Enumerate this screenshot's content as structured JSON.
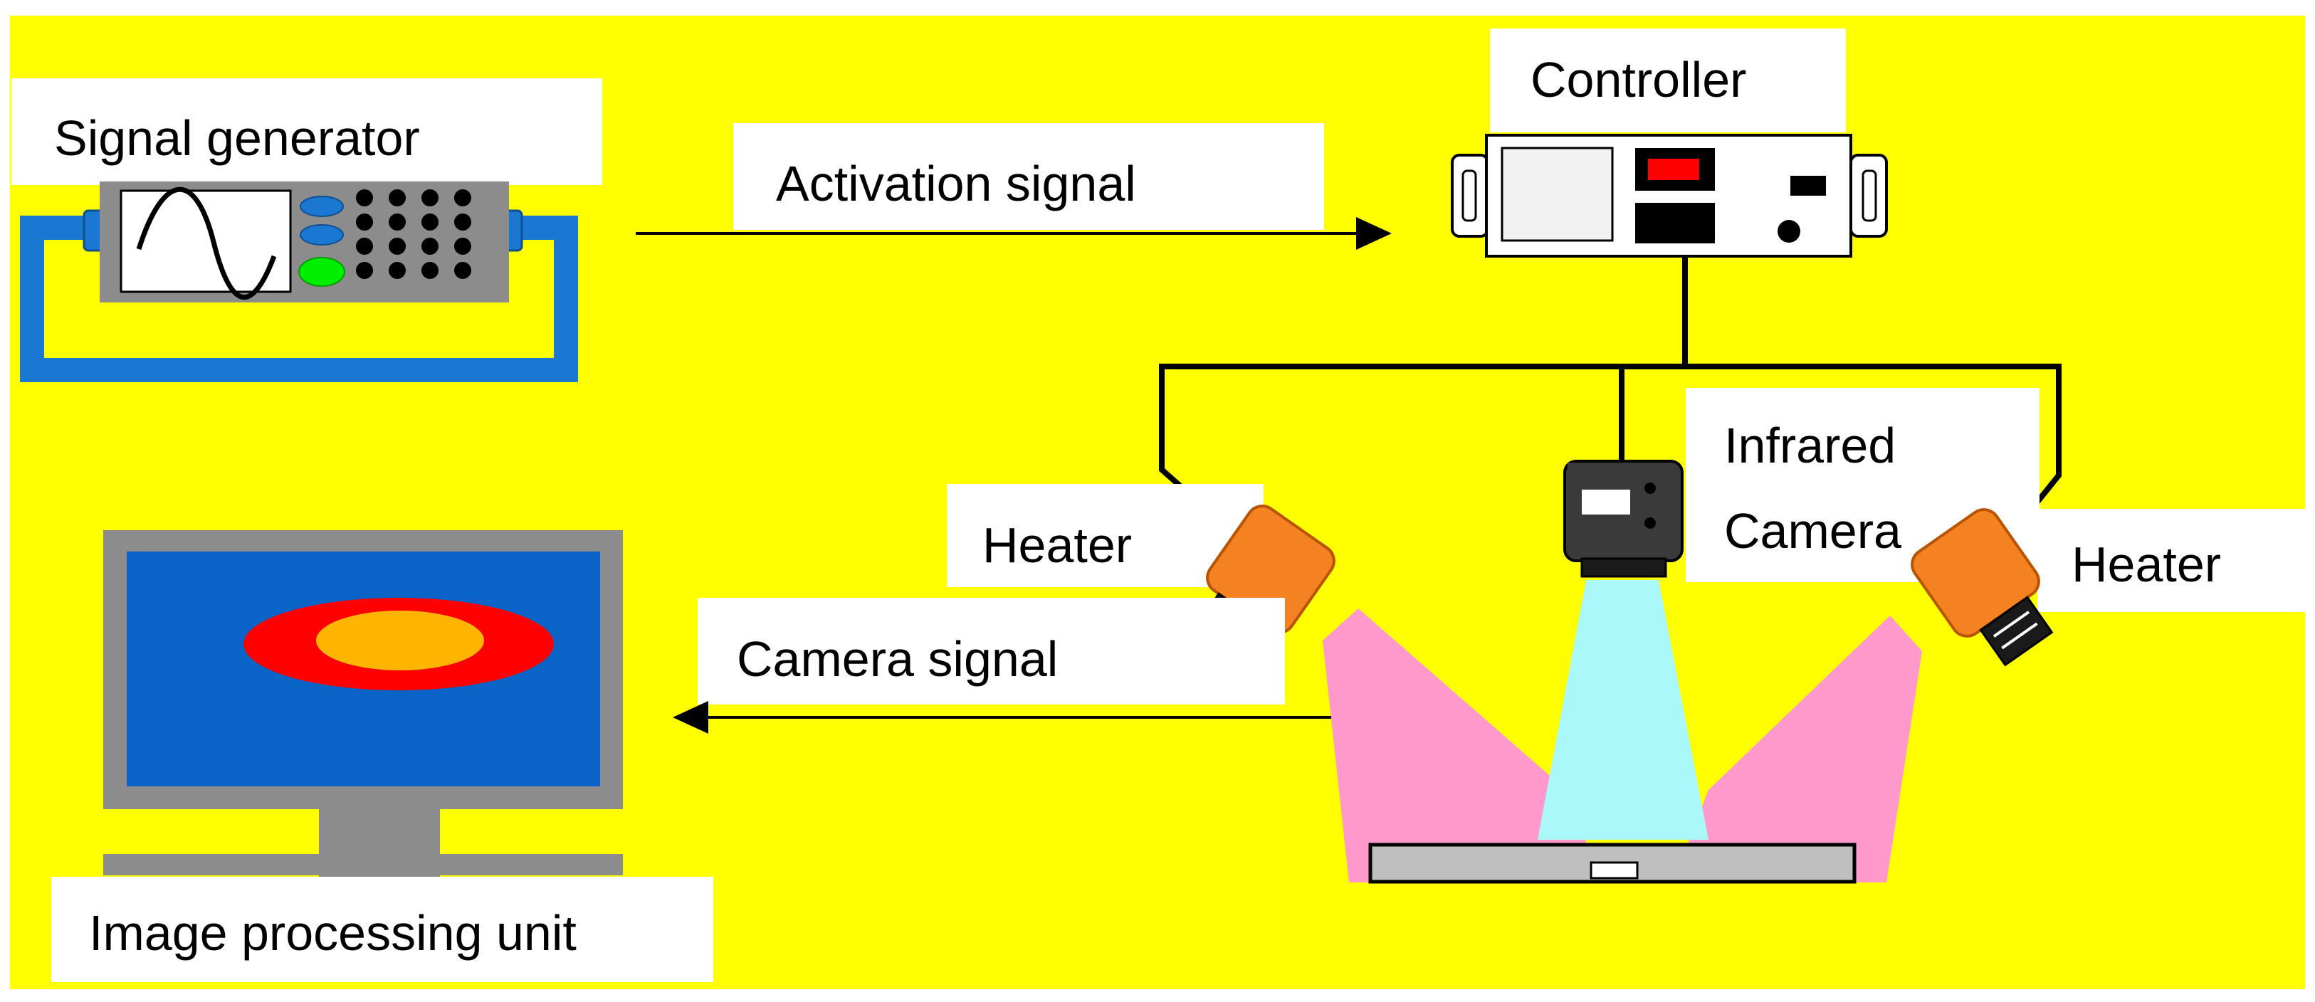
{
  "labels": {
    "signal_generator": "Signal generator",
    "activation_signal": "Activation signal",
    "controller": "Controller",
    "infrared_camera_line1": "Infrared",
    "infrared_camera_line2": "Camera",
    "heater_left": "Heater",
    "heater_right": "Heater",
    "camera_signal": "Camera signal",
    "image_processing_unit": "Image processing unit"
  },
  "colors": {
    "background": "#ffff00",
    "label_box": "#ffffff",
    "wire_blue": "#1a78d2",
    "device_gray": "#8c8c8c",
    "monitor_screen": "#0a64c8",
    "hotspot_outer": "#ff0000",
    "hotspot_inner": "#ffb400",
    "heater_body": "#f58220",
    "heat_beam": "#ff99cc",
    "camera_beam": "#aaf8f8",
    "button_green": "#00ee00",
    "button_blue": "#1a78d2",
    "indicator_red": "#ff0000",
    "line": "#000000"
  },
  "icons": [
    "waveform-icon",
    "monitor-icon",
    "thermal-hotspot-icon",
    "camera-icon",
    "heater-icon"
  ]
}
